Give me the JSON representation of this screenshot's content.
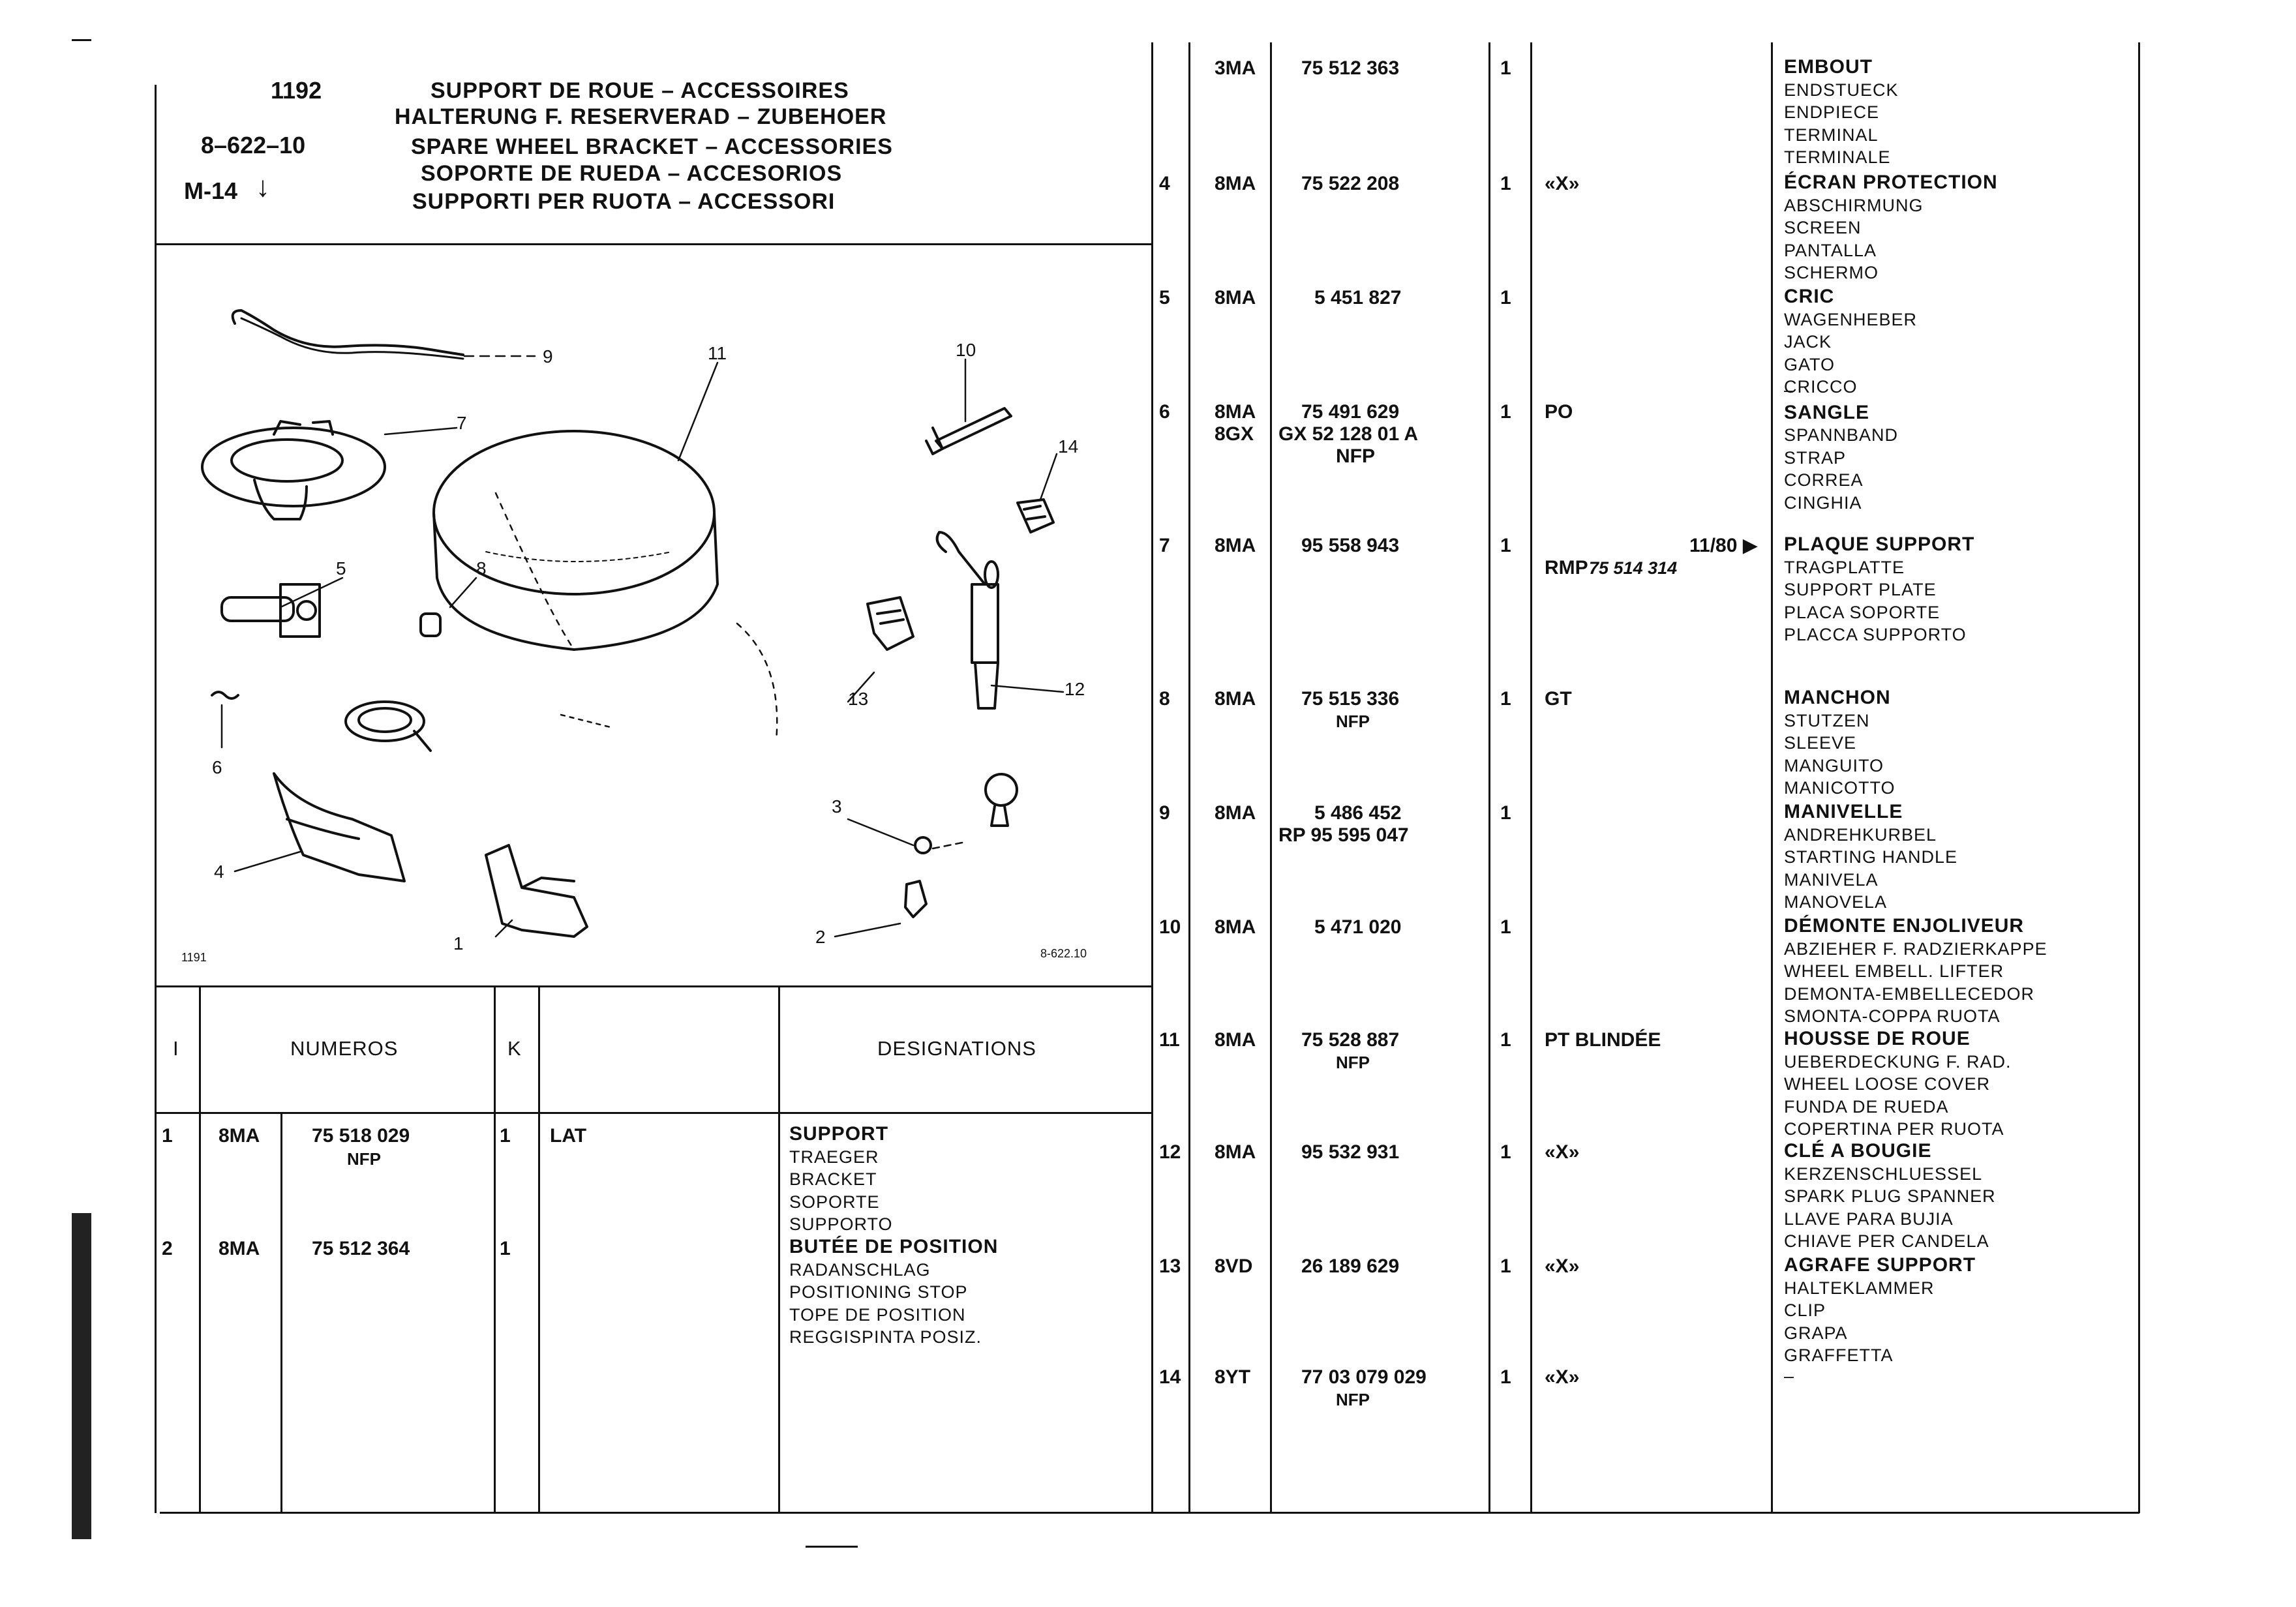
{
  "header": {
    "code_a": "1192",
    "code_b": "8–622–10",
    "code_c": "M-14",
    "titles": [
      "SUPPORT DE ROUE – ACCESSOIRES",
      "HALTERUNG F. RESERVERAD – ZUBEHOER",
      "SPARE WHEEL BRACKET – ACCESSORIES",
      "SOPORTE DE RUEDA – ACCESORIOS",
      "SUPPORTI PER RUOTA – ACCESSORI"
    ]
  },
  "figure": {
    "ref_left": "1191",
    "ref_right": "8-622.10",
    "callouts": [
      "1",
      "2",
      "3",
      "4",
      "5",
      "6",
      "7",
      "8",
      "9",
      "10",
      "11",
      "12",
      "13",
      "14"
    ]
  },
  "table_header": {
    "col_i": "I",
    "col_numeros": "NUMEROS",
    "col_k": "K",
    "col_designations": "DESIGNATIONS"
  },
  "left_rows": [
    {
      "i": "1",
      "code": "8MA",
      "num": "75 518 029",
      "num2": "NFP",
      "k": "1",
      "note": "LAT",
      "desc": [
        "SUPPORT",
        "TRAEGER",
        "BRACKET",
        "SOPORTE",
        "SUPPORTO"
      ]
    },
    {
      "i": "2",
      "code": "8MA",
      "num": "75 512 364",
      "num2": "",
      "k": "1",
      "note": "",
      "desc": [
        "BUTÉE DE POSITION",
        "RADANSCHLAG",
        "POSITIONING STOP",
        "TOPE DE POSITION",
        "REGGISPINTA POSIZ."
      ]
    }
  ],
  "right_rows": [
    {
      "i": "",
      "code": "3MA",
      "code2": "",
      "num": "75 512 363",
      "num2": "",
      "k": "1",
      "note": "",
      "note2": "",
      "rev": "",
      "desc": [
        "EMBOUT",
        "ENDSTUECK",
        "ENDPIECE",
        "TERMINAL",
        "TERMINALE"
      ]
    },
    {
      "i": "4",
      "code": "8MA",
      "code2": "",
      "num": "75 522 208",
      "num2": "",
      "k": "1",
      "note": "«X»",
      "note2": "",
      "rev": "",
      "desc": [
        "ÉCRAN PROTECTION",
        "ABSCHIRMUNG",
        "SCREEN",
        "PANTALLA",
        "SCHERMO"
      ]
    },
    {
      "i": "5",
      "code": "8MA",
      "code2": "",
      "num": "5 451 827",
      "num2": "",
      "k": "1",
      "note": "",
      "note2": "",
      "rev": "",
      "desc": [
        "CRIC",
        "WAGENHEBER",
        "JACK",
        "GATO",
        "CRICCO"
      ]
    },
    {
      "i": "6",
      "code": "8MA",
      "code2": "8GX",
      "num": "75 491 629",
      "num2": "GX 52 128 01 A",
      "num3": "NFP",
      "k": "1",
      "note": "PO",
      "note2": "",
      "rev": "",
      "desc": [
        "–",
        "SANGLE",
        "SPANNBAND",
        "STRAP",
        "CORREA",
        "CINGHIA"
      ]
    },
    {
      "i": "7",
      "code": "8MA",
      "code2": "",
      "num": "95 558 943",
      "num2": "",
      "k": "1",
      "note": "RMP",
      "note2": "75 514 314",
      "rev": "11/80 ▶",
      "desc": [
        "PLAQUE SUPPORT",
        "TRAGPLATTE",
        "SUPPORT PLATE",
        "PLACA SOPORTE",
        "PLACCA SUPPORTO"
      ]
    },
    {
      "i": "8",
      "code": "8MA",
      "code2": "",
      "num": "75 515 336",
      "num2": "NFP",
      "k": "1",
      "note": "GT",
      "note2": "",
      "rev": "",
      "desc": [
        "MANCHON",
        "STUTZEN",
        "SLEEVE",
        "MANGUITO",
        "MANICOTTO"
      ]
    },
    {
      "i": "9",
      "code": "8MA",
      "code2": "",
      "num": "5 486 452",
      "num2": "RP 95 595 047",
      "k": "1",
      "note": "",
      "note2": "",
      "rev": "",
      "desc": [
        "MANIVELLE",
        "ANDREHKURBEL",
        "STARTING HANDLE",
        "MANIVELA",
        "MANOVELA"
      ]
    },
    {
      "i": "10",
      "code": "8MA",
      "code2": "",
      "num": "5 471 020",
      "num2": "",
      "k": "1",
      "note": "",
      "note2": "",
      "rev": "",
      "desc": [
        "DÉMONTE ENJOLIVEUR",
        "ABZIEHER F. RADZIERKAPPE",
        "WHEEL EMBELL. LIFTER",
        "DEMONTA-EMBELLECEDOR",
        "SMONTA-COPPA RUOTA"
      ]
    },
    {
      "i": "11",
      "code": "8MA",
      "code2": "",
      "num": "75 528 887",
      "num2": "NFP",
      "k": "1",
      "note": "PT BLINDÉE",
      "note2": "",
      "rev": "",
      "desc": [
        "HOUSSE DE ROUE",
        "UEBERDECKUNG F. RAD.",
        "WHEEL LOOSE COVER",
        "FUNDA DE RUEDA",
        "COPERTINA PER RUOTA"
      ]
    },
    {
      "i": "12",
      "code": "8MA",
      "code2": "",
      "num": "95 532 931",
      "num2": "",
      "k": "1",
      "note": "«X»",
      "note2": "",
      "rev": "",
      "desc": [
        "CLÉ A BOUGIE",
        "KERZENSCHLUESSEL",
        "SPARK PLUG SPANNER",
        "LLAVE PARA BUJIA",
        "CHIAVE PER CANDELA"
      ]
    },
    {
      "i": "13",
      "code": "8VD",
      "code2": "",
      "num": "26 189 629",
      "num2": "",
      "k": "1",
      "note": "«X»",
      "note2": "",
      "rev": "",
      "desc": [
        "AGRAFE SUPPORT",
        "HALTEKLAMMER",
        "CLIP",
        "GRAPA",
        "GRAFFETTA"
      ]
    },
    {
      "i": "14",
      "code": "8YT",
      "code2": "",
      "num": "77 03 079 029",
      "num2": "NFP",
      "k": "1",
      "note": "«X»",
      "note2": "",
      "rev": "",
      "desc": [
        "–"
      ]
    }
  ]
}
